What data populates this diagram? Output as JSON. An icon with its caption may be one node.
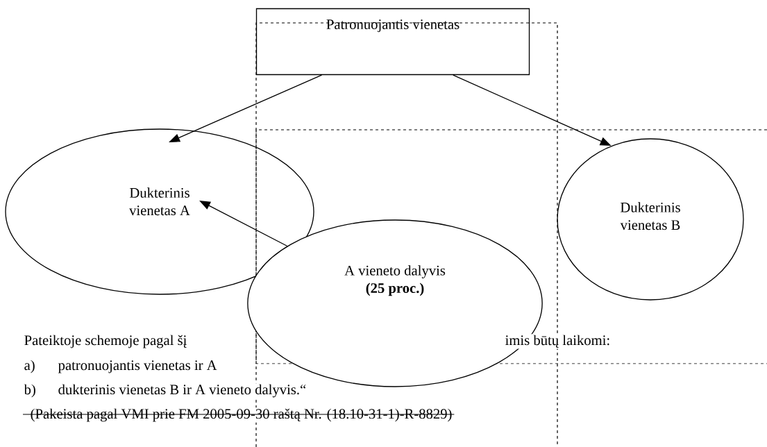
{
  "diagram": {
    "nodes": [
      {
        "text": [
          "Patronuojantis vienetas"
        ]
      },
      {
        "text": [
          "Dukterinis vienetas A"
        ]
      },
      {
        "text": [
          "Dukterinis vienetas B"
        ]
      },
      {
        "text": [
          "A vieneto  dalyvis",
          "(25 proc.)"
        ]
      }
    ],
    "edges": [
      {
        "from": 0,
        "to": 1,
        "arrow": "to"
      },
      {
        "from": 0,
        "to": 2,
        "arrow": "to"
      },
      {
        "from": 3,
        "to": 1,
        "arrow": "to"
      }
    ],
    "labels": [
      "Pateiktoje schemoje pagal šį",
      "imis būtų laikomi:",
      "a)",
      "patronuojantis vienetas ir A",
      "b)",
      "dukterinis vienetas B ir A vieneto dalyvis.“",
      "(Pakeista pagal VMI prie FM 2005-09-30 raštą Nr. (18.10-31-1)-R-8829)"
    ]
  }
}
